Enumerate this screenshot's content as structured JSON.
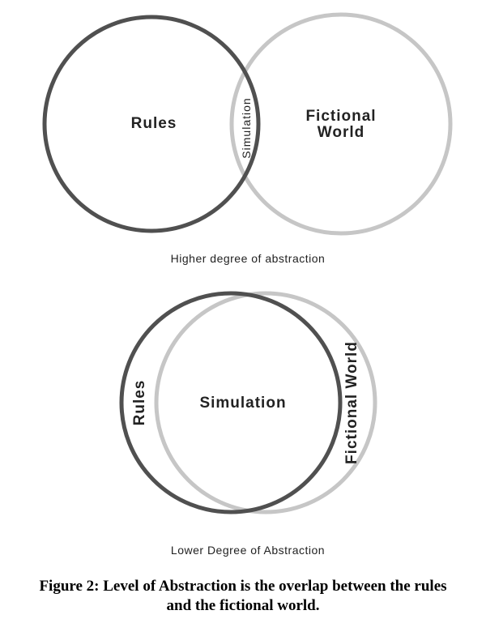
{
  "diagram_top": {
    "rules_label": "Rules",
    "simulation_label": "Simulation",
    "fictional_line1": "Fictional",
    "fictional_line2": "World",
    "caption": "Higher degree of abstraction"
  },
  "diagram_bottom": {
    "rules_label": "Rules",
    "simulation_label": "Simulation",
    "fictional_label": "Fictional World",
    "caption": "Lower Degree of Abstraction"
  },
  "figure_caption": {
    "line1": "Figure 2: Level of Abstraction is the overlap between the rules",
    "line2": "and the fictional world."
  },
  "colors": {
    "rules_circle": "#505050",
    "fictional_circle": "#c6c6c6",
    "text": "#222222"
  }
}
